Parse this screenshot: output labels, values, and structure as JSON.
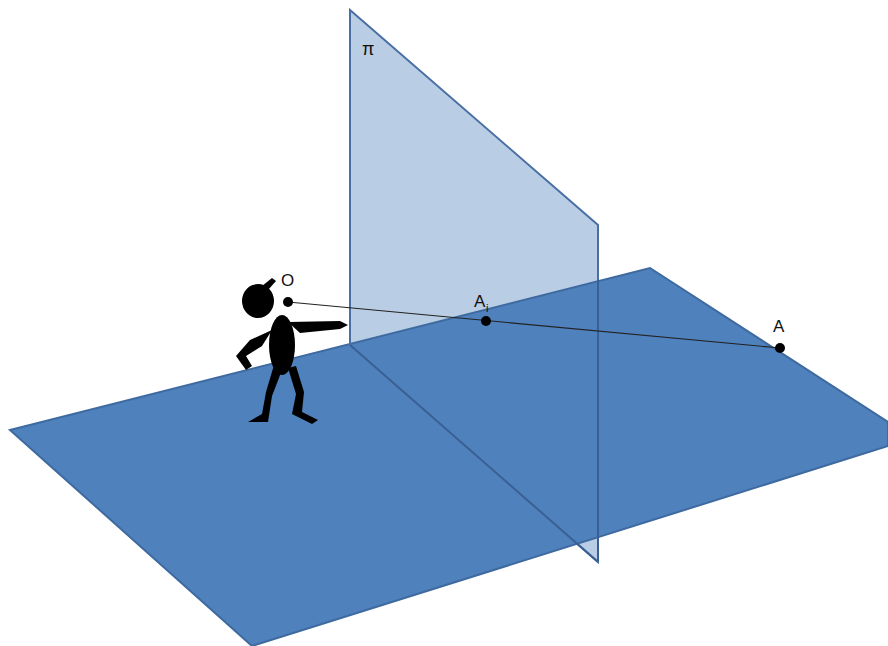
{
  "diagram": {
    "labels": [
      "π",
      "O",
      "A",
      "i",
      "A"
    ]
  }
}
